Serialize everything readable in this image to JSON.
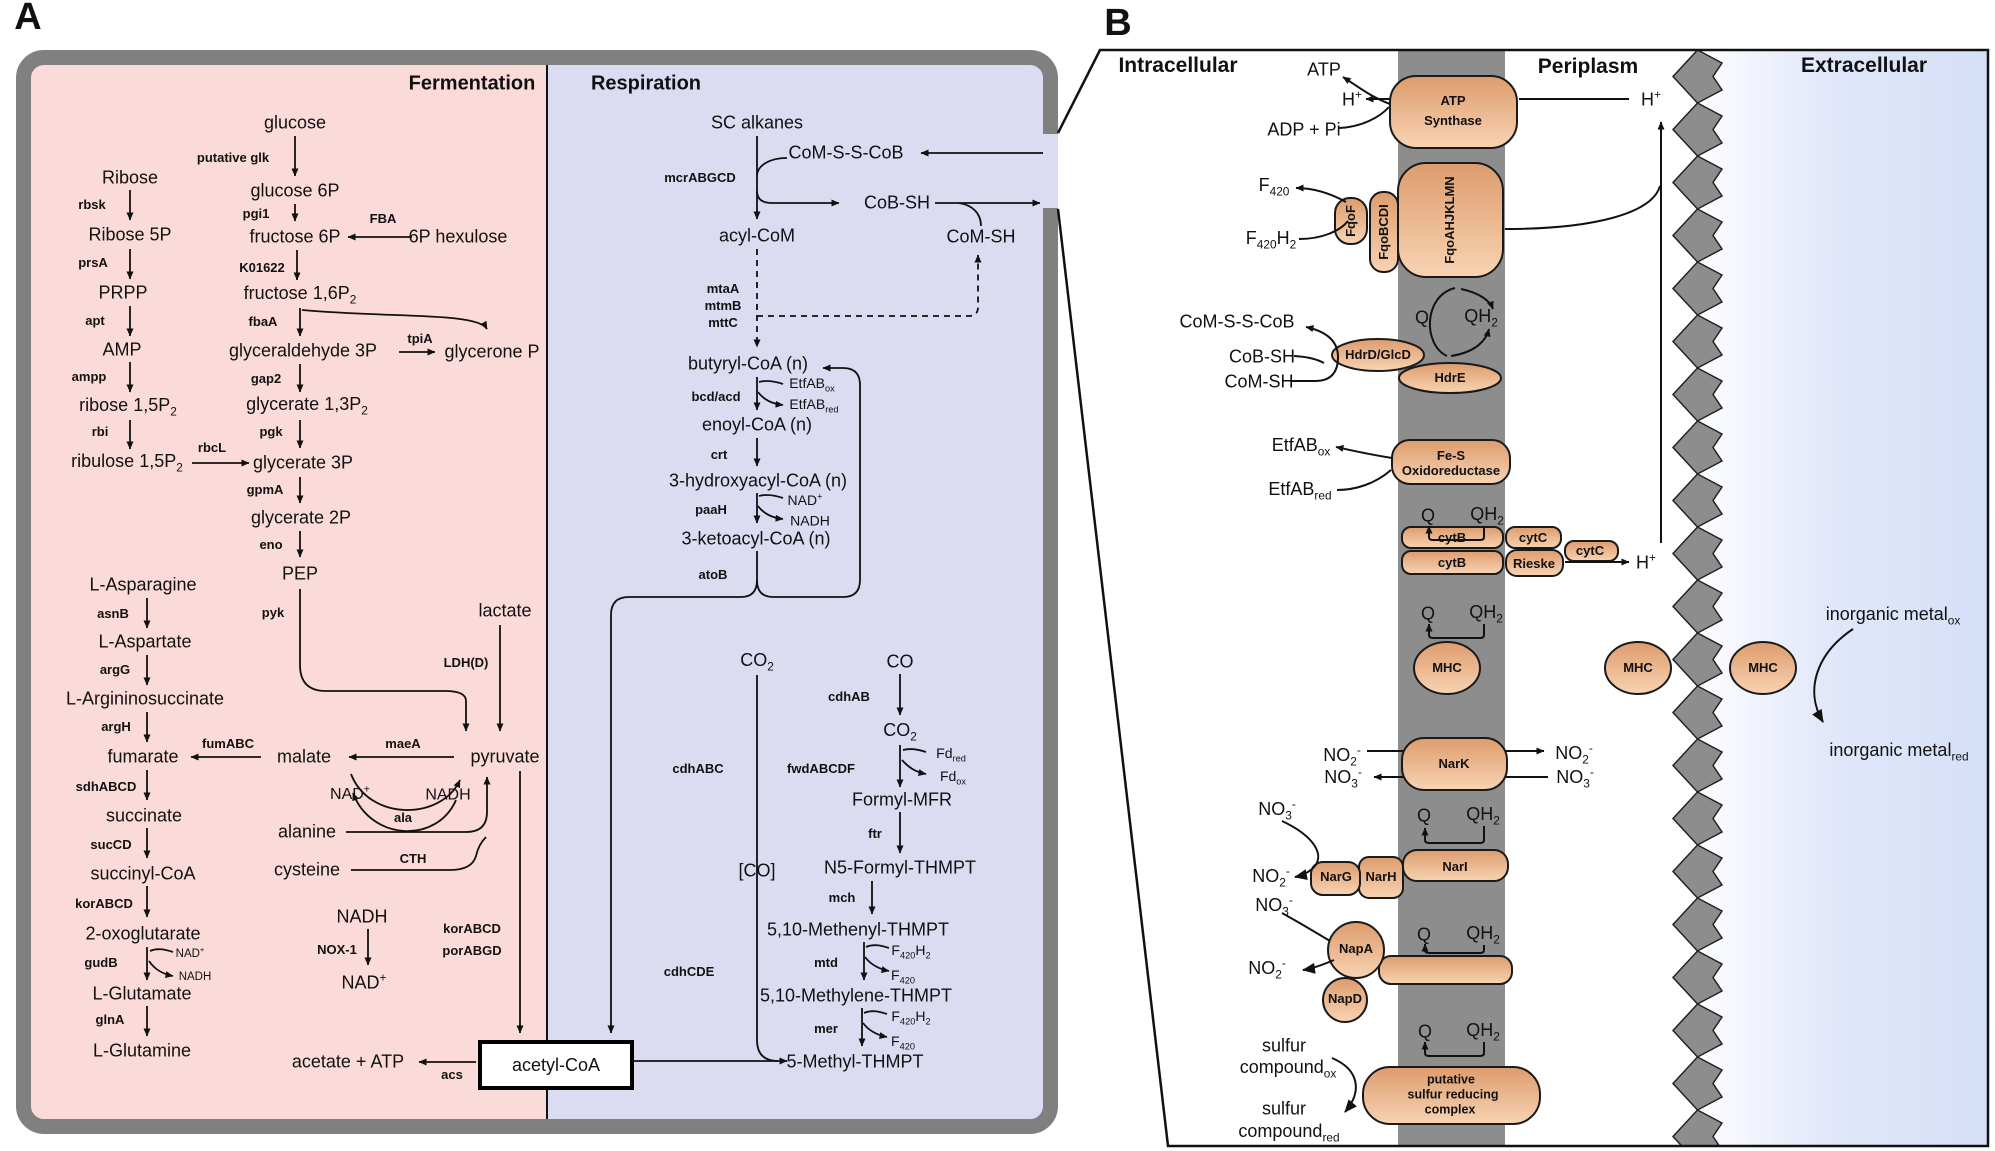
{
  "figure": {
    "panel_a_tag": "A",
    "panel_b_tag": "B",
    "colors": {
      "fermentation_bg": "#FBDBDA",
      "respiration_bg": "#DBDCF2",
      "frame_gray": "#808080",
      "membrane_gray": "#8D8D8D",
      "protein_orange_top": "#DD9C6D",
      "protein_orange_bottom": "#F8D3B3",
      "extracellular_blue": "#D7E0F8"
    }
  },
  "labels": {
    "a": "A",
    "b": "B",
    "fermentation": "Fermentation",
    "respiration": "Respiration",
    "intracellular": "Intracellular",
    "periplasm": "Periplasm",
    "extracellular": "Extracellular",
    "glucose": "glucose",
    "putative_glk": "putative glk",
    "glucose_6p": "glucose 6P",
    "pgi1": "pgi1",
    "fba": "FBA",
    "fructose_6p": "fructose 6P",
    "hexulose_6p": "6P hexulose",
    "k01622": "K01622",
    "fructose_16p2": "fructose 1,6P_{2}",
    "fbaa": "fbaA",
    "glyceraldehyde_3p": "glyceraldehyde 3P",
    "tpia": "tpiA",
    "glycerone_p": "glycerone P",
    "gap2": "gap2",
    "glycerate_13p2": "glycerate 1,3P_{2}",
    "pgk": "pgk",
    "glycerate_3p": "glycerate 3P",
    "rbcl": "rbcL",
    "gpma": "gpmA",
    "glycerate_2p": "glycerate 2P",
    "eno": "eno",
    "pep": "PEP",
    "pyk": "pyk",
    "ribose": "Ribose",
    "rbsk": "rbsk",
    "ribose_5p": "Ribose 5P",
    "prsa": "prsA",
    "prpp": "PRPP",
    "apt": "apt",
    "amp": "AMP",
    "ampp": "ampp",
    "ribose_15p2": "ribose 1,5P_{2}",
    "rbi": "rbi",
    "ribulose_15p2": "ribulose 1,5P_{2}",
    "l_asparagine": "L-Asparagine",
    "asnb": "asnB",
    "l_aspartate": "L-Aspartate",
    "argg": "argG",
    "l_argininosuccinate": "L-Argininosuccinate",
    "argh": "argH",
    "fumarate": "fumarate",
    "sdhabcd": "sdhABCD",
    "succinate": "succinate",
    "succd": "sucCD",
    "succinyl_coa": "succinyl-CoA",
    "korabcd_left": "korABCD",
    "oxoglutarate": "2-oxoglutarate",
    "gudb": "gudB",
    "nad_gudb": "NAD^{+}",
    "nadh_gudb": "NADH",
    "l_glutamate": "L-Glutamate",
    "glna": "glnA",
    "l_glutamine": "L-Glutamine",
    "fumabc": "fumABC",
    "malate": "malate",
    "maea": "maeA",
    "pyruvate": "pyruvate",
    "nad_malate": "NAD^{+}",
    "nadh_malate": "NADH",
    "ala": "ala",
    "alanine": "alanine",
    "cth": "CTH",
    "cysteine": "cysteine",
    "lactate": "lactate",
    "ldh": "LDH(D)",
    "nadh_nox": "NADH",
    "nox1": "NOX-1",
    "nad_nox": "NAD^{+}",
    "korabcd_right": "korABCD",
    "porabgd": "porABGD",
    "acetate_atp": "acetate + ATP",
    "acs": "acs",
    "acetyl_coa": "acetyl-CoA",
    "sc_alkanes": "SC alkanes",
    "mcrabgcd": "mcrABGCD",
    "com_s_s_cob_a": "CoM-S-S-CoB",
    "cob_sh_a": "CoB-SH",
    "acyl_com": "acyl-CoM",
    "com_sh_a": "CoM-SH",
    "mtaa": "mtaA",
    "mtmb": "mtmB",
    "mttc": "mttC",
    "butyryl_coa": "butyryl-CoA (n)",
    "bcd_acd": "bcd/acd",
    "etfab_ox_a": "EtfAB_{ox}",
    "etfab_red_a": "EtfAB_{red}",
    "enoyl_coa": "enoyl-CoA (n)",
    "crt": "crt",
    "hydroxyacyl_coa": "3-hydroxyacyl-CoA (n)",
    "paah": "paaH",
    "nad_paah": "NAD^{+}",
    "nadh_paah": "NADH",
    "ketoacyl_coa": "3-ketoacyl-CoA (n)",
    "atob": "atoB",
    "co2_a": "CO_{2}",
    "co": "CO",
    "cdhab": "cdhAB",
    "co2_b": "CO_{2}",
    "cdhabc": "cdhABC",
    "fwdabcdf": "fwdABCDF",
    "fd_red": "Fd_{red}",
    "fd_ox": "Fd_{ox}",
    "formyl_mfr": "Formyl-MFR",
    "ftr": "ftr",
    "n5_formyl": "N5-Formyl-THMPT",
    "mch": "mch",
    "co_bracket": "[CO]",
    "methenyl": "5,10-Methenyl-THMPT",
    "mtd": "mtd",
    "f420h2_mtd": "F_{420}H_{2}",
    "f420_mtd": "F_{420}",
    "methylene": "5,10-Methylene-THMPT",
    "mer": "mer",
    "f420h2_mer": "F_{420}H_{2}",
    "f420_mer": "F_{420}",
    "methyl_thmpt": "5-Methyl-THMPT",
    "cdhcde": "cdhCDE",
    "atp": "ATP",
    "h_in": "H^{+}",
    "adp_pi": "ADP + Pi",
    "atp_synthase_1": "ATP",
    "atp_synthase_2": "Synthase",
    "h_peri_top": "H^{+}",
    "f420": "F_{420}",
    "f420h2": "F_{420}H_{2}",
    "fqof": "FqoF",
    "fqobcdi": "FqoBCDI",
    "fqoahjklmn": "FqoAHJKLMN",
    "q_fqo": "Q",
    "qh2_fqo": "QH_{2}",
    "com_s_s_cob_b": "CoM-S-S-CoB",
    "cob_sh_b": "CoB-SH",
    "com_sh_b": "CoM-SH",
    "hdrd_glcd": "HdrD/GlcD",
    "hdre": "HdrE",
    "etfab_ox_b": "EtfAB_{ox}",
    "etfab_red_b": "EtfAB_{red}",
    "fes_1": "Fe-S",
    "fes_2": "Oxidoreductase",
    "q_cyt": "Q",
    "qh2_cyt": "QH_{2}",
    "cytb_1": "cytB",
    "cytc_1": "cytC",
    "cytb_2": "cytB",
    "rieske": "Rieske",
    "cytc_2": "cytC",
    "h_rieske": "H^{+}",
    "q_mhc": "Q",
    "qh2_mhc": "QH_{2}",
    "mhc_1": "MHC",
    "mhc_2": "MHC",
    "mhc_3": "MHC",
    "inorganic_ox": "inorganic metal_{ox}",
    "inorganic_red": "inorganic metal_{red}",
    "no2_in": "NO_{2}^{-}",
    "no3_in": "NO_{3}^{-}",
    "nark": "NarK",
    "no2_out": "NO_{2}^{-}",
    "no3_out": "NO_{3}^{-}",
    "q_nark": "Q",
    "qh2_nark": "QH_{2}",
    "nari": "NarI",
    "narh": "NarH",
    "narg": "NarG",
    "no3_nar": "NO_{3}^{-}",
    "no2_nar": "NO_{2}^{-}",
    "napa": "NapA",
    "napd": "NapD",
    "no3_nap": "NO_{3}^{-}",
    "no2_nap": "NO_{2}^{-}",
    "q_nap": "Q",
    "qh2_nap": "QH_{2}",
    "q_src": "Q",
    "qh2_src": "QH_{2}",
    "src_1": "putative",
    "src_2": "sulfur reducing",
    "src_3": "complex",
    "sulfur_ox_1": "sulfur",
    "sulfur_ox_2": "compound_{ox}",
    "sulfur_red_1": "sulfur",
    "sulfur_red_2": "compound_{red}"
  }
}
